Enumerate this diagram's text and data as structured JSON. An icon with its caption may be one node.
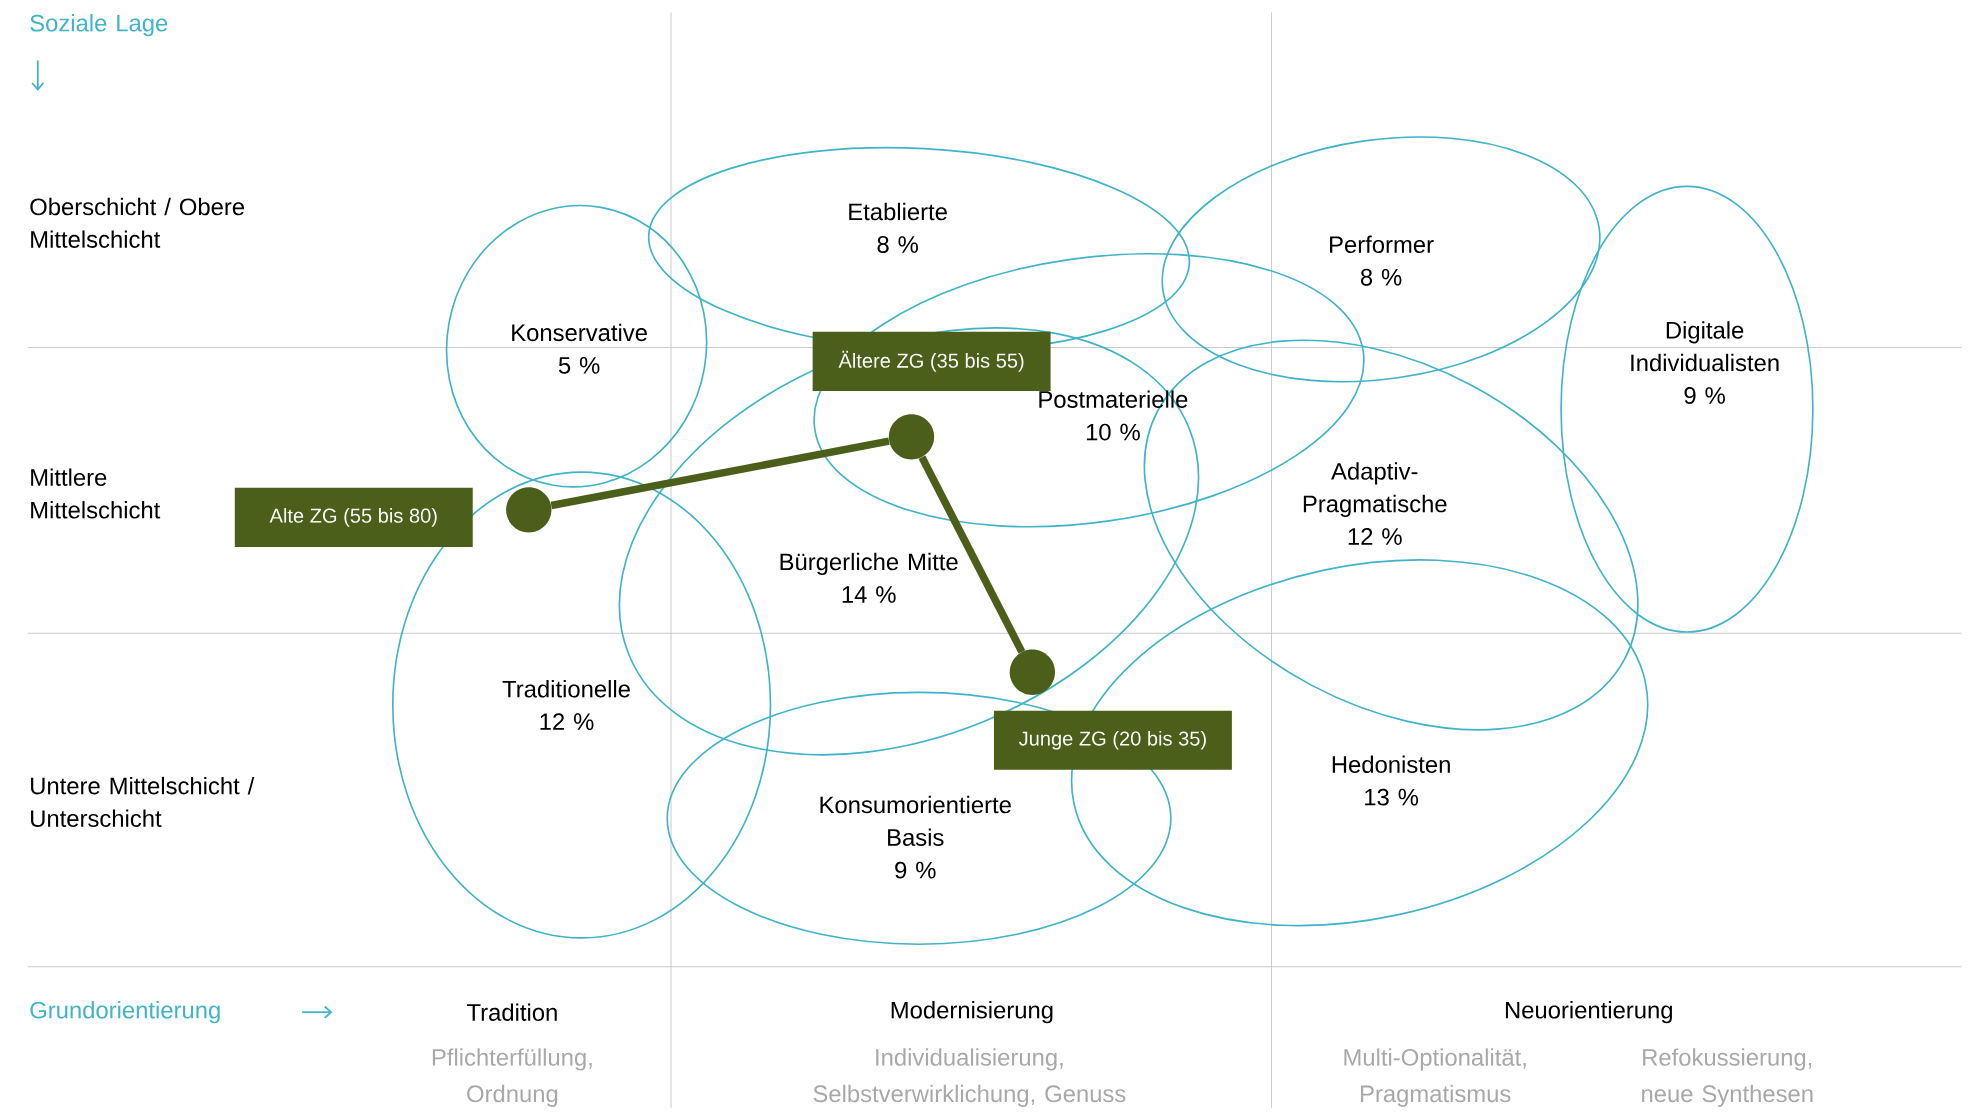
{
  "diagram": {
    "nodes": [
      {
        "text": [
          "Etablierte",
          "8 %"
        ]
      },
      {
        "text": [
          "Performer",
          "8 %"
        ]
      },
      {
        "text": [
          "Konservative",
          "5 %"
        ]
      },
      {
        "text": [
          "Digitale Individualisten",
          "9 %"
        ]
      },
      {
        "text": [
          "Ältere ZG (35 bis 55)"
        ]
      },
      {
        "text": [
          "Postmaterielle",
          "10 %"
        ]
      },
      {
        "text": [],
        "shape": "circle"
      },
      {
        "text": [
          "Alte ZG (55 bis 80)"
        ]
      },
      {
        "text": [],
        "shape": "circle"
      },
      {
        "text": [
          "Adaptiv-Pragmatische",
          "12 %"
        ]
      },
      {
        "text": [
          "Bürgerliche Mitte",
          "14 %"
        ]
      },
      {
        "text": [],
        "shape": "circle"
      },
      {
        "text": [
          "Traditionelle",
          "12 %"
        ]
      },
      {
        "text": [
          "Junge ZG (20 bis 35)"
        ]
      },
      {
        "text": [
          "Konsumorientierte Basis",
          "9 %"
        ]
      },
      {
        "text": [
          "Hedonisten",
          "13 %"
        ]
      }
    ],
    "edges": [
      {
        "from": 8,
        "to": 6,
        "arrow": "none"
      },
      {
        "from": 6,
        "to": 11,
        "arrow": "none"
      }
    ],
    "labels": [
      "Soziale Lage",
      "Oberschicht / Obere Mittelschicht",
      "Mittlere Mittelschicht",
      "Untere Mittelschicht / Unterschicht",
      "Grundorientierung",
      "Tradition",
      "Modernisierung",
      "Neuorientierung",
      "Pflichterfüllung, Ordnung",
      "Individualisierung, Selbstverwirklichung, Genuss",
      "Multi-Optionalität, Pragmatismus",
      "Refokussierung, neue Synthesen"
    ]
  }
}
